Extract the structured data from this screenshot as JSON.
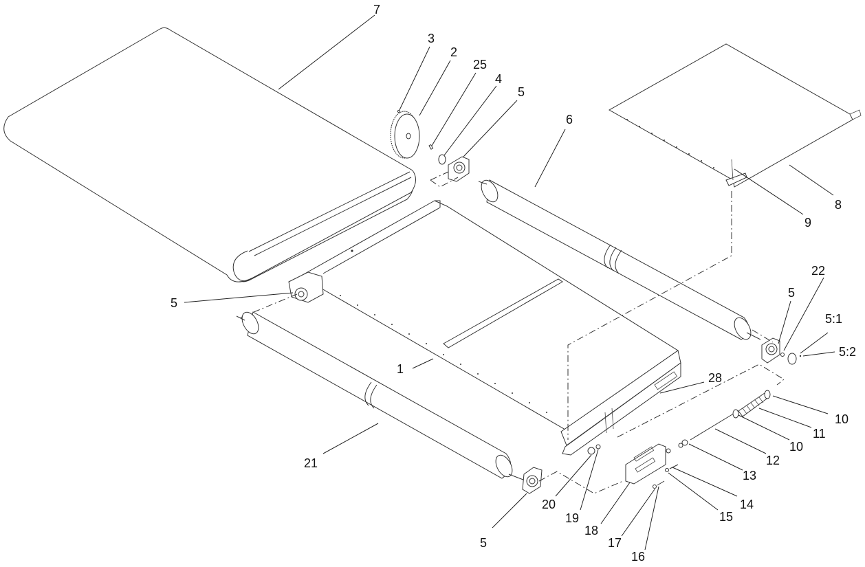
{
  "callouts": {
    "c1": "1",
    "c2": "2",
    "c3": "3",
    "c4": "4",
    "c5a": "5",
    "c5b": "5",
    "c5c": "5",
    "c5d": "5",
    "c5_1": "5:1",
    "c5_2": "5:2",
    "c6": "6",
    "c7": "7",
    "c8": "8",
    "c9": "9",
    "c10a": "10",
    "c10b": "10",
    "c11": "11",
    "c12": "12",
    "c13": "13",
    "c14": "14",
    "c15": "15",
    "c16": "16",
    "c17": "17",
    "c18": "18",
    "c19": "19",
    "c20": "20",
    "c21": "21",
    "c22": "22",
    "c25": "25",
    "c28": "28"
  }
}
